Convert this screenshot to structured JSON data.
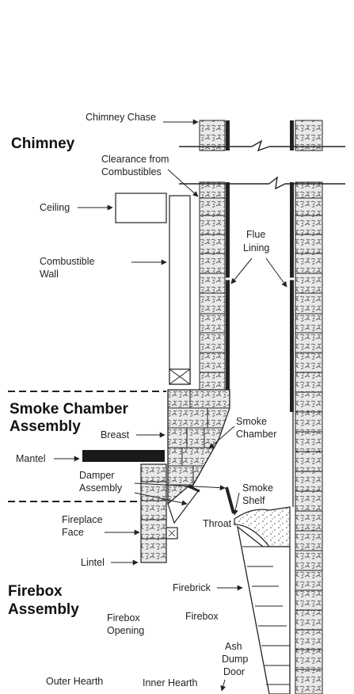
{
  "sections": {
    "chimney": "Chimney",
    "smoke_chamber": [
      "Smoke Chamber",
      "Assembly"
    ],
    "firebox": [
      "Firebox",
      "Assembly"
    ]
  },
  "labels": {
    "chimney_chase_partial": "Chimney Chase",
    "clearance": [
      "Clearance from",
      "Combustibles"
    ],
    "ceiling": "Ceiling",
    "combustible_wall": [
      "Combustible",
      "Wall"
    ],
    "flue_lining": [
      "Flue",
      "Lining"
    ],
    "breast": "Breast",
    "smoke_chamber": [
      "Smoke",
      "Chamber"
    ],
    "mantel": "Mantel",
    "damper_assembly": [
      "Damper",
      "Assembly"
    ],
    "smoke_shelf": [
      "Smoke",
      "Shelf"
    ],
    "fireplace_face": [
      "Fireplace",
      "Face"
    ],
    "throat": "Throat",
    "lintel": "Lintel",
    "firebrick": "Firebrick",
    "firebox_opening": [
      "Firebox",
      "Opening"
    ],
    "firebox": "Firebox",
    "ash_dump_door": [
      "Ash",
      "Dump",
      "Door"
    ],
    "outer_hearth": "Outer Hearth",
    "inner_hearth": "Inner Hearth"
  },
  "colors": {
    "ink": "#222222",
    "stone": "#e8e8e8",
    "paper": "#ffffff"
  }
}
